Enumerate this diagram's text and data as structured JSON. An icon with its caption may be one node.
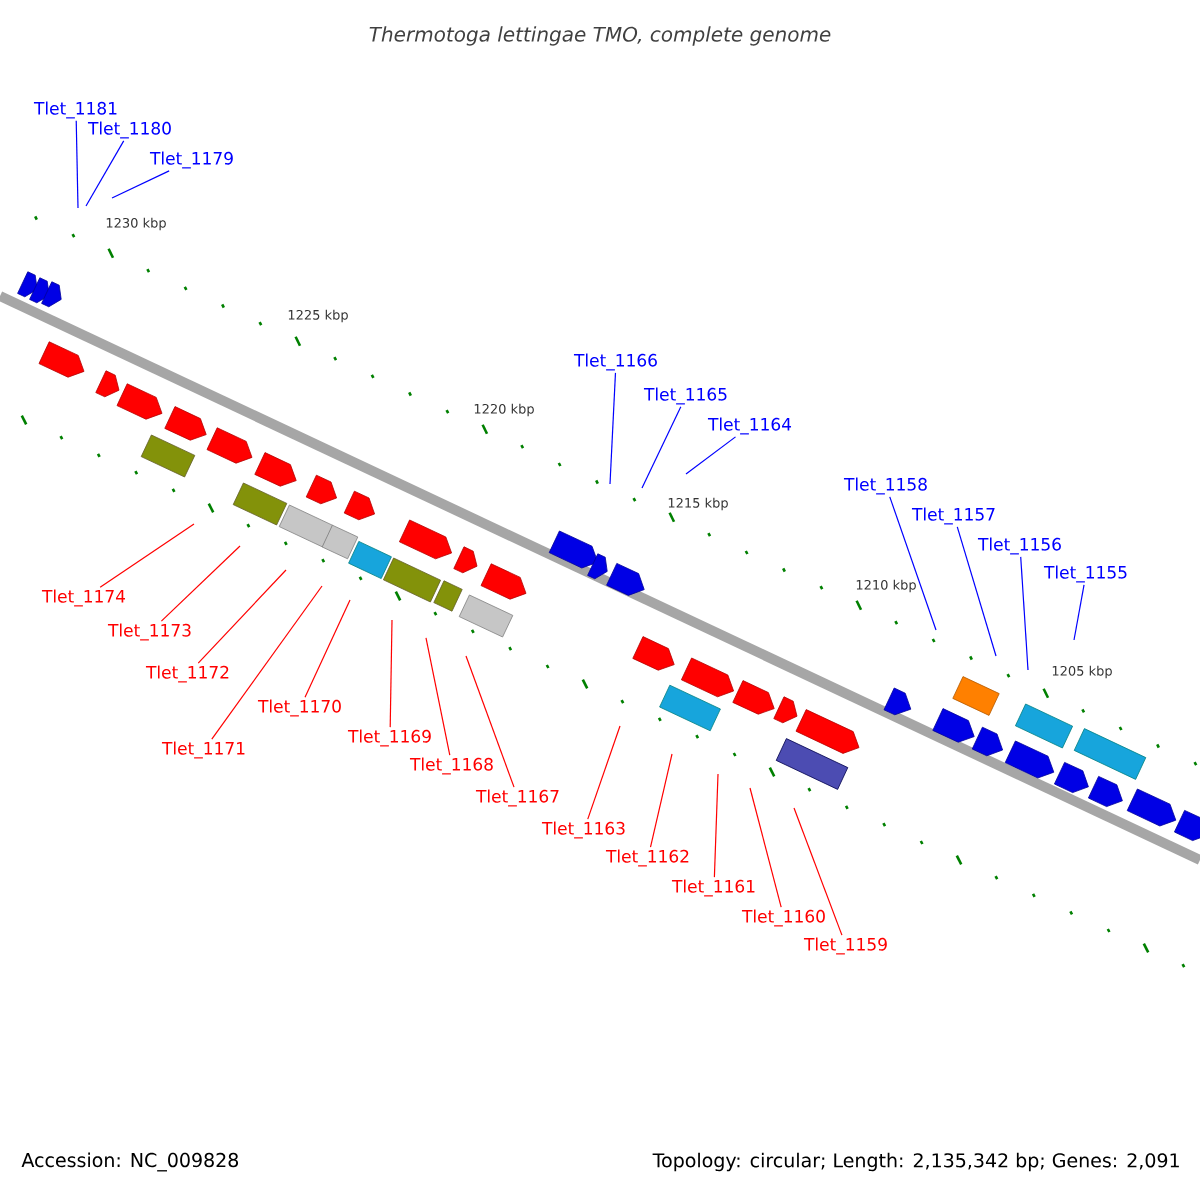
{
  "diagram": {
    "title": "Thermotoga lettingae TMO, complete genome",
    "nodes": [
      {
        "text": [
          "Tlet_1181"
        ]
      },
      {
        "text": [
          "Tlet_1180"
        ]
      },
      {
        "text": [
          "Tlet_1179"
        ]
      },
      {
        "text": [
          "Tlet_1166"
        ]
      },
      {
        "text": [
          "Tlet_1165"
        ]
      },
      {
        "text": [
          "Tlet_1164"
        ]
      },
      {
        "text": [
          "Tlet_1158"
        ]
      },
      {
        "text": [
          "Tlet_1157"
        ]
      },
      {
        "text": [
          "Tlet_1156"
        ]
      },
      {
        "text": [
          "Tlet_1155"
        ]
      },
      {
        "text": [
          "Tlet_1174"
        ]
      },
      {
        "text": [
          "Tlet_1173"
        ]
      },
      {
        "text": [
          "Tlet_1172"
        ]
      },
      {
        "text": [
          "Tlet_1170"
        ]
      },
      {
        "text": [
          "Tlet_1171"
        ]
      },
      {
        "text": [
          "Tlet_1169"
        ]
      },
      {
        "text": [
          "Tlet_1168"
        ]
      },
      {
        "text": [
          "Tlet_1167"
        ]
      },
      {
        "text": [
          "Tlet_1163"
        ]
      },
      {
        "text": [
          "Tlet_1162"
        ]
      },
      {
        "text": [
          "Tlet_1161"
        ]
      },
      {
        "text": [
          "Tlet_1160"
        ]
      },
      {
        "text": [
          "Tlet_1159"
        ]
      }
    ],
    "edges": [
      {
        "from": 0,
        "to": null,
        "arrow": "none",
        "color": "#0000ff"
      },
      {
        "from": 1,
        "to": null,
        "arrow": "none",
        "color": "#0000ff"
      },
      {
        "from": 2,
        "to": null,
        "arrow": "none",
        "color": "#0000ff"
      },
      {
        "from": 3,
        "to": null,
        "arrow": "none",
        "color": "#0000ff"
      },
      {
        "from": 4,
        "to": null,
        "arrow": "none",
        "color": "#0000ff"
      },
      {
        "from": 5,
        "to": null,
        "arrow": "none",
        "color": "#0000ff"
      },
      {
        "from": 6,
        "to": null,
        "arrow": "none",
        "color": "#0000ff"
      },
      {
        "from": 7,
        "to": null,
        "arrow": "none",
        "color": "#0000ff"
      },
      {
        "from": 8,
        "to": null,
        "arrow": "none",
        "color": "#0000ff"
      },
      {
        "from": 9,
        "to": null,
        "arrow": "none",
        "color": "#0000ff"
      },
      {
        "from": 10,
        "to": null,
        "arrow": "none",
        "color": "#ff0000"
      },
      {
        "from": 11,
        "to": null,
        "arrow": "none",
        "color": "#ff0000"
      },
      {
        "from": 12,
        "to": null,
        "arrow": "none",
        "color": "#ff0000"
      },
      {
        "from": 13,
        "to": null,
        "arrow": "none",
        "color": "#ff0000"
      },
      {
        "from": 14,
        "to": null,
        "arrow": "none",
        "color": "#ff0000"
      },
      {
        "from": 15,
        "to": null,
        "arrow": "none",
        "color": "#ff0000"
      },
      {
        "from": 16,
        "to": null,
        "arrow": "none",
        "color": "#ff0000"
      },
      {
        "from": 17,
        "to": null,
        "arrow": "none",
        "color": "#ff0000"
      },
      {
        "from": 18,
        "to": null,
        "arrow": "none",
        "color": "#ff0000"
      },
      {
        "from": 19,
        "to": null,
        "arrow": "none",
        "color": "#ff0000"
      },
      {
        "from": 20,
        "to": null,
        "arrow": "none",
        "color": "#ff0000"
      },
      {
        "from": 21,
        "to": null,
        "arrow": "none",
        "color": "#ff0000"
      },
      {
        "from": 22,
        "to": null,
        "arrow": "none",
        "color": "#ff0000"
      }
    ],
    "labels": [
      "1230 kbp",
      "1225 kbp",
      "1220 kbp",
      "1215 kbp",
      "1210 kbp",
      "1205 kbp",
      "Accession: NC_009828",
      "Topology: circular; Length: 2,135,342 bp; Genes: 2,091"
    ]
  }
}
